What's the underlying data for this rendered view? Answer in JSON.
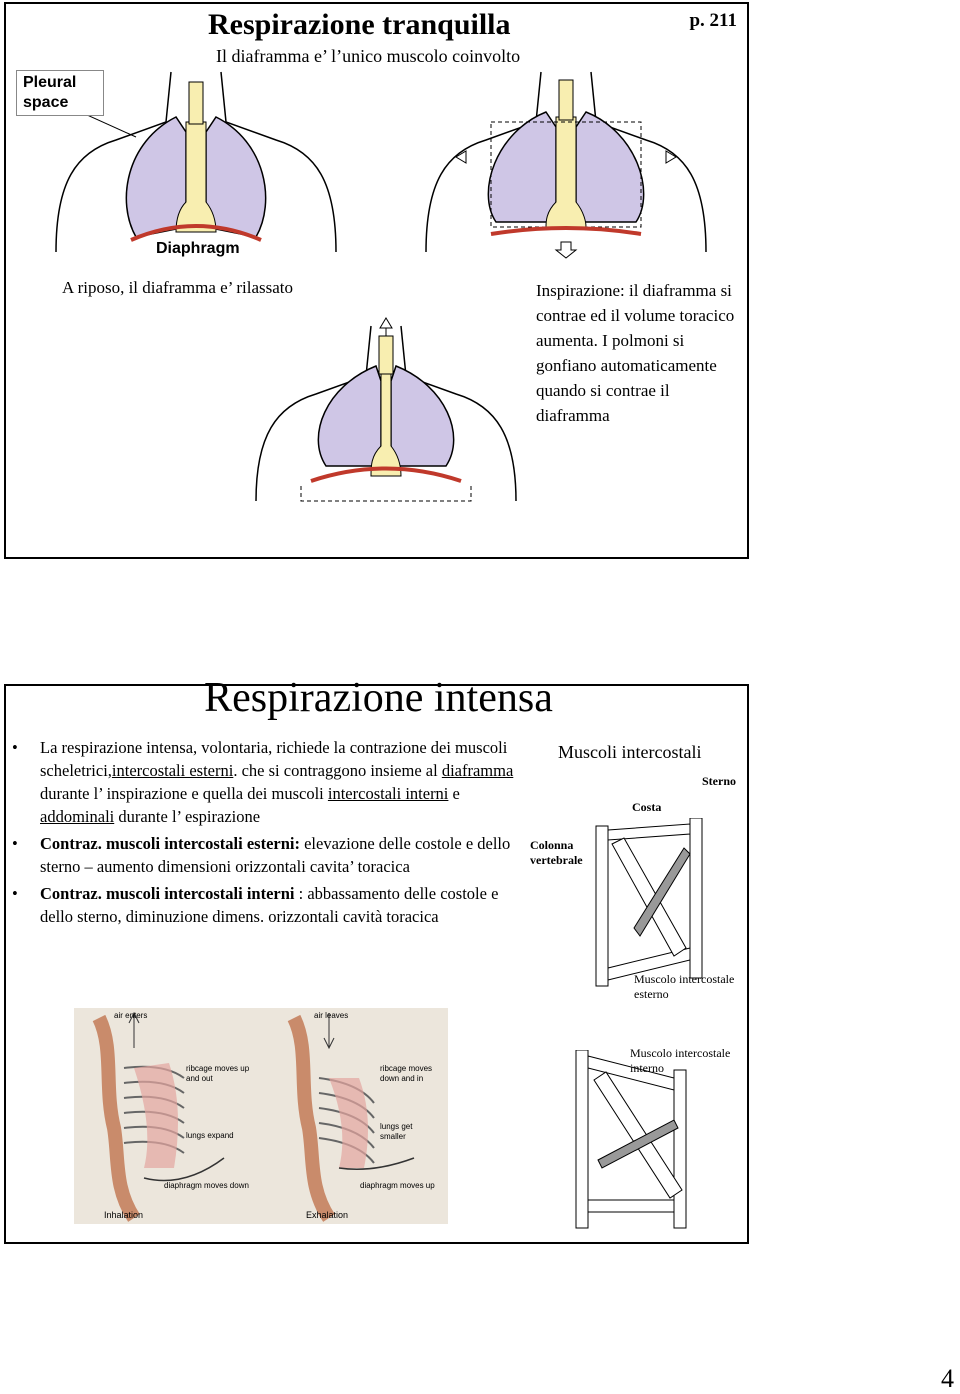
{
  "slide1": {
    "title": "Respirazione tranquilla",
    "subtitle": "Il diaframma e’ l’unico muscolo coinvolto",
    "page_ref": "p. 211",
    "label_pleural": "Pleural space",
    "label_diaphragm": "Diaphragm",
    "caption_rest": "A riposo, il diaframma e’ rilassato",
    "caption_inspiration": "Inspirazione: il diaframma si contrae ed il volume toracico aumenta. I polmoni si gonfiano automaticamente quando si contrae il diaframma"
  },
  "slide2": {
    "title": "Respirazione intensa",
    "bullet1_a": "La respirazione intensa, volontaria, richiede la contrazione dei muscoli scheletrici,",
    "bullet1_u1": "intercostali esterni",
    "bullet1_b": ". che si contraggono insieme al ",
    "bullet1_u2": "diaframma",
    "bullet1_c": " durante l’ inspirazione e quella dei muscoli ",
    "bullet1_u3": "intercostali interni",
    "bullet1_d": " e ",
    "bullet1_u4": "addominali",
    "bullet1_e": " durante l’ espirazione",
    "bullet2_bold": "Contraz. muscoli intercostali esterni:",
    "bullet2_rest": " elevazione delle costole e dello sterno – aumento dimensioni orizzontali cavita’ toracica",
    "bullet3_bold": "Contraz. muscoli intercostali interni",
    "bullet3_rest": " : abbassamento delle costole e dello sterno, diminuzione dimens. orizzontali cavità toracica",
    "diagram_title": "Muscoli intercostali",
    "label_sterno": "Sterno",
    "label_costa": "Costa",
    "label_colonna": "Colonna vertebrale",
    "label_est": "Muscolo intercostale esterno",
    "label_int": "Muscolo intercostale interno",
    "fig_air_enters": "air enters",
    "fig_air_leaves": "air leaves",
    "fig_ribcage_up": "ribcage moves up and out",
    "fig_ribcage_down": "ribcage moves down and in",
    "fig_lungs_expand": "lungs expand",
    "fig_lungs_smaller": "lungs get smaller",
    "fig_diaphragm_down": "diaphragm moves down",
    "fig_diaphragm_up": "diaphragm moves up",
    "fig_inhalation": "Inhalation",
    "fig_exhalation": "Exhalation"
  },
  "page_number": "4"
}
